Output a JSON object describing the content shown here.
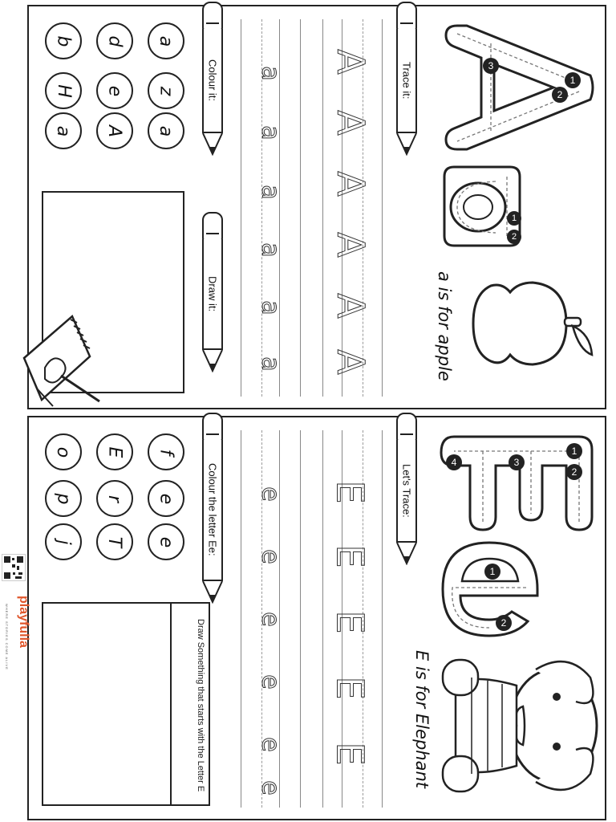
{
  "sheet_a": {
    "trace_label": "Trace it:",
    "colour_label": "Colour it:",
    "draw_label": "Draw it:",
    "caption": "a is for apple",
    "circles": [
      "a",
      "z",
      "a",
      "d",
      "e",
      "A",
      "b",
      "H",
      "a"
    ],
    "big_upper": "A",
    "big_lower": "a",
    "trace_upper": "A",
    "trace_lower": "a",
    "stroke_numbers_upper": [
      "1",
      "2",
      "3"
    ],
    "stroke_numbers_lower": [
      "1",
      "2"
    ]
  },
  "sheet_e": {
    "trace_label": "Let's Trace:",
    "colour_label": "Colour the letter Ee:",
    "draw_prompt": "Draw Something that starts with the Letter E",
    "caption": "E is for Elephant",
    "circles": [
      "f",
      "e",
      "e",
      "E",
      "r",
      "T",
      "o",
      "p",
      "j"
    ],
    "big_upper": "E",
    "big_lower": "e",
    "trace_upper": "E",
    "trace_lower": "e",
    "stroke_numbers_upper": [
      "1",
      "2",
      "3",
      "4"
    ],
    "stroke_numbers_lower": [
      "1",
      "2"
    ]
  },
  "brand": {
    "name": "playfulla",
    "tagline": "WHERE STORIES COME ALIVE"
  }
}
